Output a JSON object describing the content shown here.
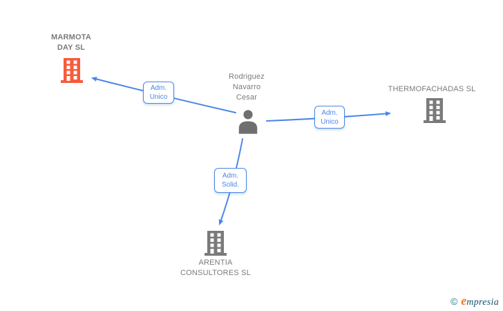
{
  "colors": {
    "edge": "#4a86e8",
    "label_gray": "#7a7a7a",
    "building_orange": "#f75b39",
    "building_gray": "#7a7a7a",
    "person_gray": "#6f6f6f",
    "logo_copyright": "#1d7c8c",
    "logo_e": "#f07820",
    "logo_rest": "#15506e"
  },
  "person": {
    "line1": "Rodriguez",
    "line2": "Navarro",
    "line3": "Cesar"
  },
  "companies": {
    "marmota": {
      "line1": "MARMOTA",
      "line2": "DAY SL"
    },
    "thermofachadas": {
      "line1": "THERMOFACHADAS SL"
    },
    "arentia": {
      "line1": "ARENTIA",
      "line2": "CONSULTORES SL"
    }
  },
  "edges": {
    "marmota": {
      "line1": "Adm.",
      "line2": "Unico"
    },
    "thermofachadas": {
      "line1": "Adm.",
      "line2": "Unico"
    },
    "arentia": {
      "line1": "Adm.",
      "line2": "Solid."
    }
  },
  "footer": {
    "copyright": "©",
    "brand_first": "e",
    "brand_rest": "mpresia"
  }
}
